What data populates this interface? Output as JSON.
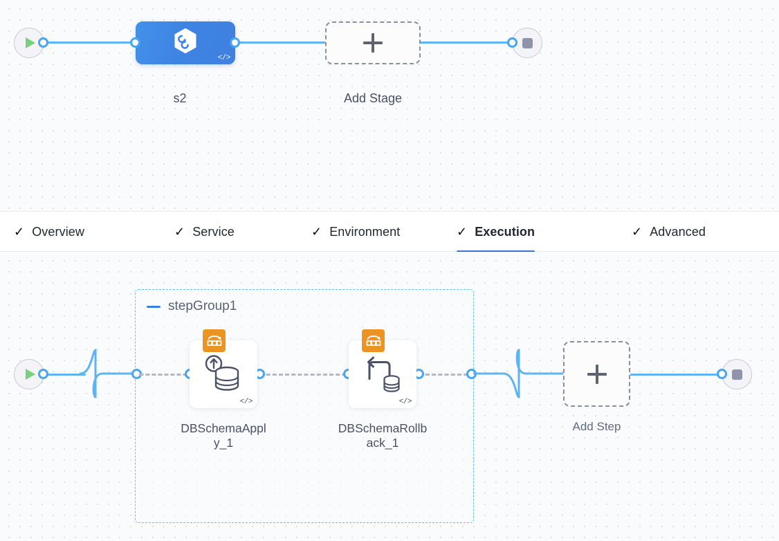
{
  "stage_canvas": {
    "start_node": {
      "name": "pipeline-start",
      "icon": "play-icon"
    },
    "stage": {
      "label": "s2",
      "icon": "harness-hexagon-icon",
      "code_glyph": "</>",
      "color": "#3f84e4"
    },
    "add_stage": {
      "label": "Add Stage",
      "icon": "plus-icon"
    },
    "end_node": {
      "name": "pipeline-end",
      "icon": "stop-icon"
    }
  },
  "tabs": {
    "items": [
      {
        "label": "Overview",
        "tick": "✓",
        "active": false
      },
      {
        "label": "Service",
        "tick": "✓",
        "active": false
      },
      {
        "label": "Environment",
        "tick": "✓",
        "active": false
      },
      {
        "label": "Execution",
        "tick": "✓",
        "active": true
      },
      {
        "label": "Advanced",
        "tick": "✓",
        "active": false
      }
    ],
    "active_index": 3,
    "active_color": "#3c72ca"
  },
  "execution_canvas": {
    "start_node": {
      "name": "execution-start",
      "icon": "play-icon"
    },
    "step_group": {
      "label": "stepGroup1",
      "collapse_icon": "minus-icon",
      "border_color": "#5ec2f0",
      "steps": [
        {
          "label": "DBSchemaApply_1",
          "label_line1": "DBSchemaAppl",
          "label_line2": "y_1",
          "badge_icon": "db-schema-badge-icon",
          "main_icon": "database-apply-icon",
          "code_glyph": "</>",
          "badge_color": "#ec9421"
        },
        {
          "label": "DBSchemaRollback_1",
          "label_line1": "DBSchemaRollb",
          "label_line2": "ack_1",
          "badge_icon": "db-schema-badge-icon",
          "main_icon": "database-rollback-icon",
          "code_glyph": "</>",
          "badge_color": "#ec9421"
        }
      ]
    },
    "add_step": {
      "label": "Add Step",
      "icon": "plus-icon"
    },
    "end_node": {
      "name": "execution-end",
      "icon": "stop-icon"
    }
  }
}
